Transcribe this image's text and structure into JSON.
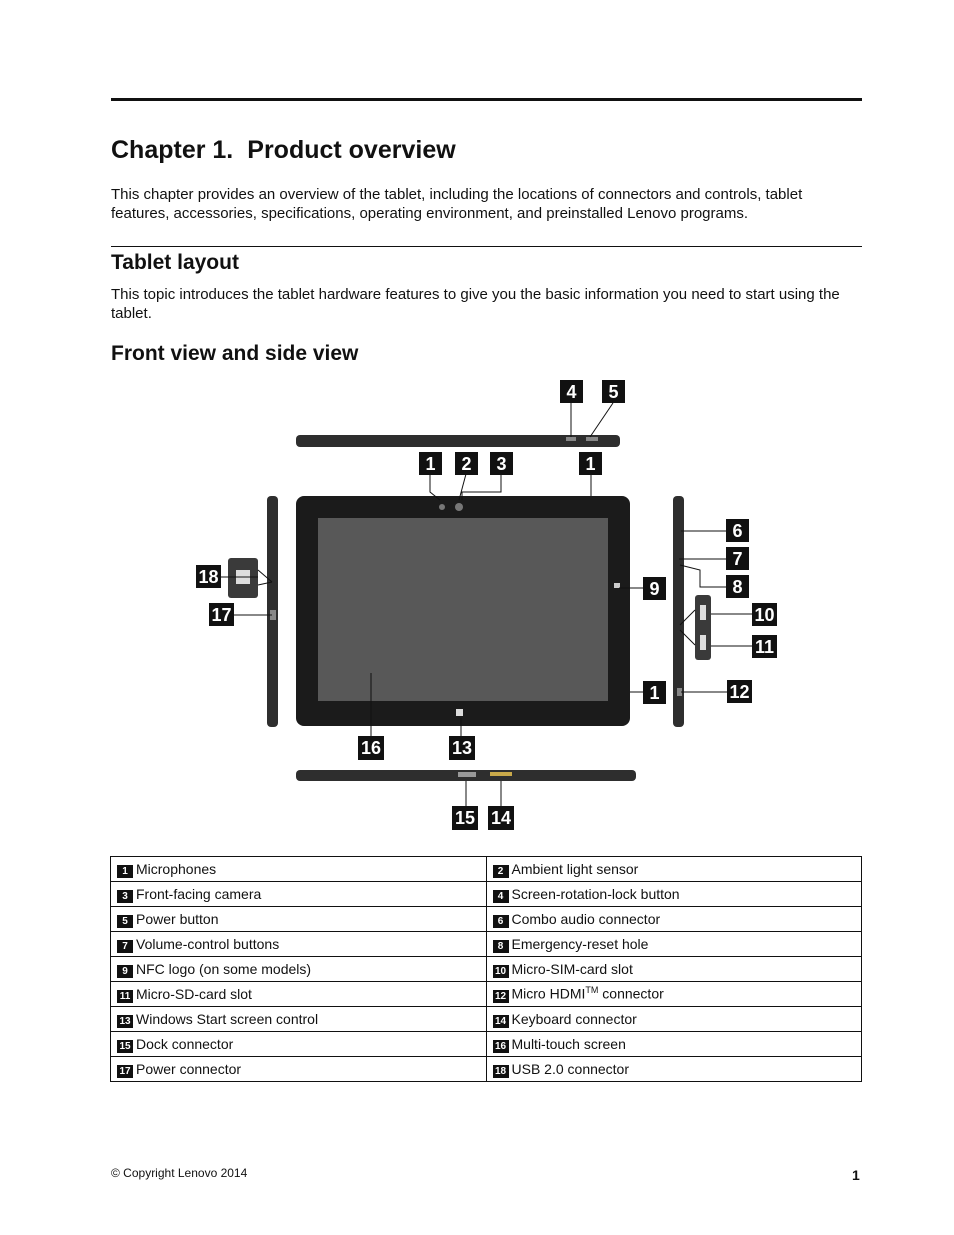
{
  "chapter": {
    "number": "Chapter 1.",
    "title": "Product overview"
  },
  "intro": "This chapter provides an overview of the tablet, including the locations of connectors and controls, tablet features, accessories, specifications, operating environment, and preinstalled Lenovo programs.",
  "section": {
    "title": "Tablet layout",
    "text": "This topic introduces the tablet hardware features to give you the basic information you need to start using the tablet."
  },
  "subsection": {
    "title": "Front view and side view"
  },
  "callouts": [
    "1",
    "2",
    "3",
    "4",
    "5",
    "6",
    "7",
    "8",
    "9",
    "10",
    "11",
    "12",
    "13",
    "14",
    "15",
    "16",
    "17",
    "18"
  ],
  "legend": [
    [
      {
        "num": "1",
        "label": "Microphones"
      },
      {
        "num": "2",
        "label": "Ambient light sensor"
      }
    ],
    [
      {
        "num": "3",
        "label": "Front-facing camera"
      },
      {
        "num": "4",
        "label": "Screen-rotation-lock button"
      }
    ],
    [
      {
        "num": "5",
        "label": "Power button"
      },
      {
        "num": "6",
        "label": "Combo audio connector"
      }
    ],
    [
      {
        "num": "7",
        "label": "Volume-control buttons"
      },
      {
        "num": "8",
        "label": "Emergency-reset hole"
      }
    ],
    [
      {
        "num": "9",
        "label": "NFC logo (on some models)"
      },
      {
        "num": "10",
        "label": "Micro-SIM-card slot"
      }
    ],
    [
      {
        "num": "11",
        "label": "Micro-SD-card slot"
      },
      {
        "num": "12",
        "label": "Micro HDMI",
        "sup": "TM",
        "suffix": " connector"
      }
    ],
    [
      {
        "num": "13",
        "label": "Windows Start screen control"
      },
      {
        "num": "14",
        "label": "Keyboard connector"
      }
    ],
    [
      {
        "num": "15",
        "label": "Dock connector"
      },
      {
        "num": "16",
        "label": "Multi-touch screen"
      }
    ],
    [
      {
        "num": "17",
        "label": "Power connector"
      },
      {
        "num": "18",
        "label": "USB 2.0 connector"
      }
    ]
  ],
  "footer": {
    "copyright": "© Copyright Lenovo 2014",
    "page": "1"
  }
}
